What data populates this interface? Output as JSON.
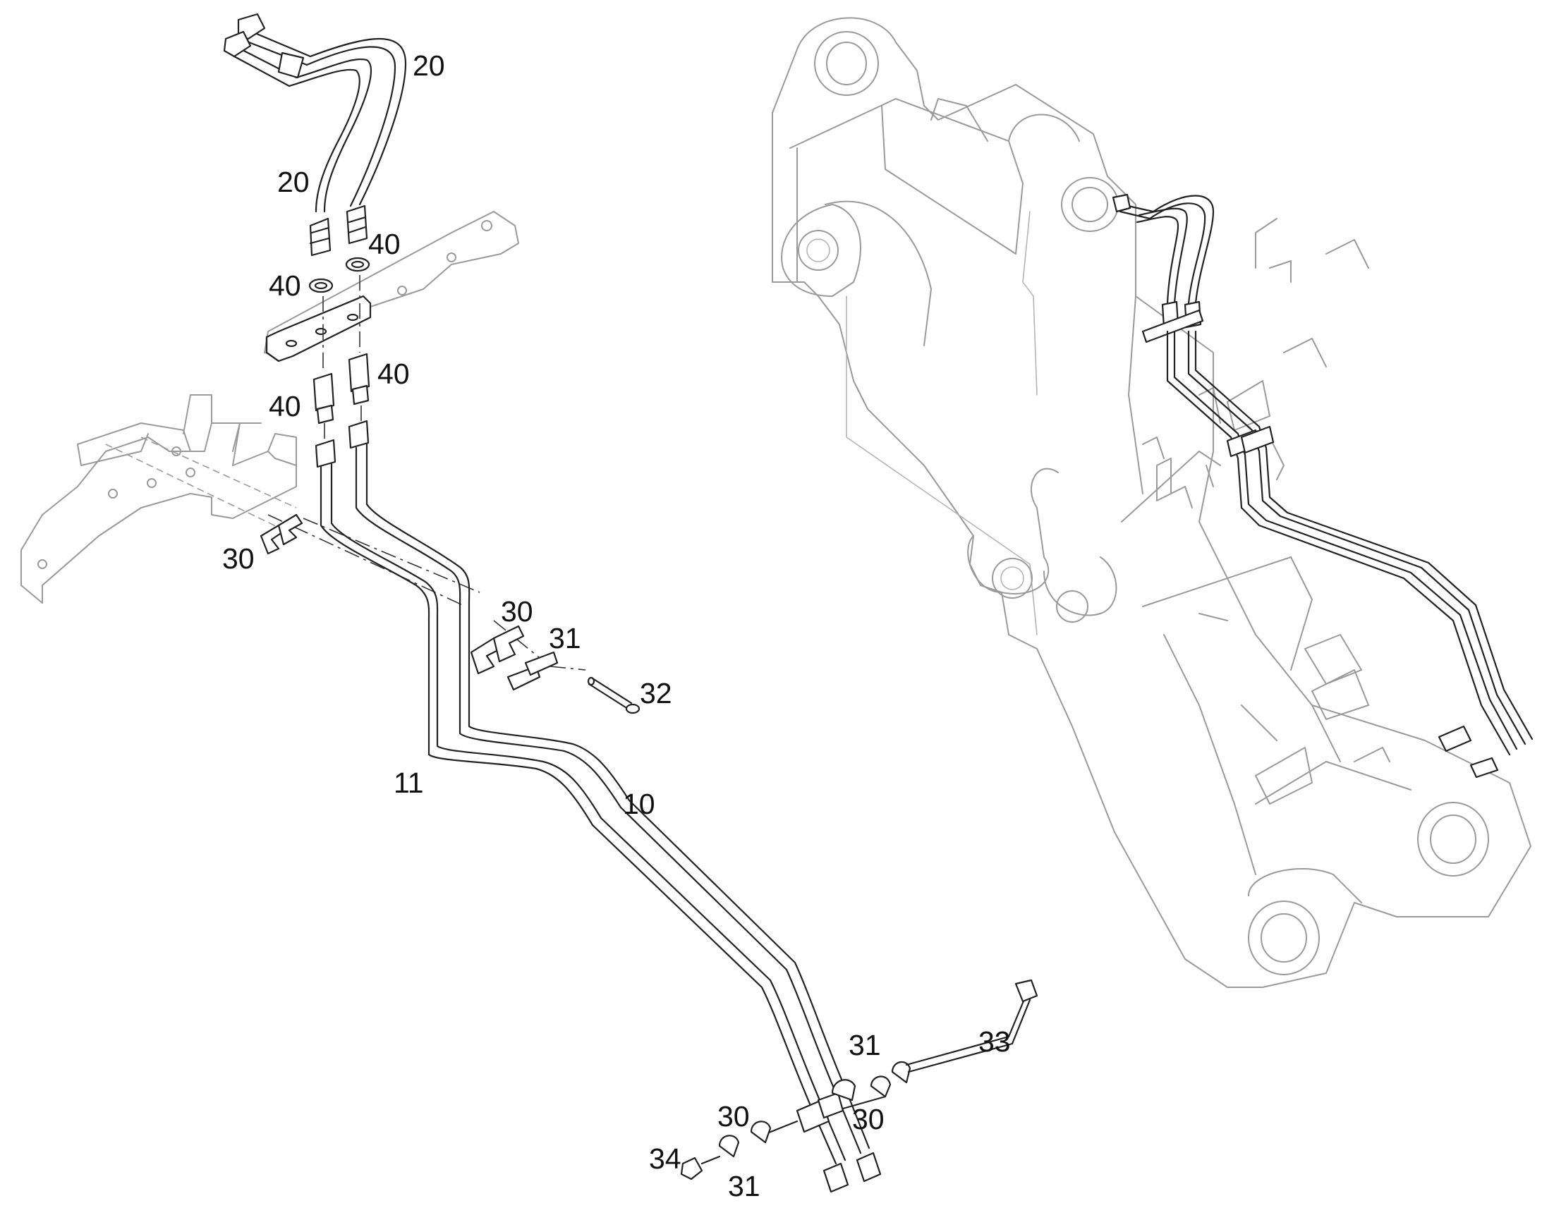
{
  "callouts": [
    {
      "id": "c20a",
      "text": "20"
    },
    {
      "id": "c20b",
      "text": "20"
    },
    {
      "id": "c40a",
      "text": "40"
    },
    {
      "id": "c40b",
      "text": "40"
    },
    {
      "id": "c40c",
      "text": "40"
    },
    {
      "id": "c40d",
      "text": "40"
    },
    {
      "id": "c30a",
      "text": "30"
    },
    {
      "id": "c30b",
      "text": "30"
    },
    {
      "id": "c31a",
      "text": "31"
    },
    {
      "id": "c32",
      "text": "32"
    },
    {
      "id": "c11",
      "text": "11"
    },
    {
      "id": "c10",
      "text": "10"
    },
    {
      "id": "c31b",
      "text": "31"
    },
    {
      "id": "c33",
      "text": "33"
    },
    {
      "id": "c30c",
      "text": "30"
    },
    {
      "id": "c30d",
      "text": "30"
    },
    {
      "id": "c34",
      "text": "34"
    },
    {
      "id": "c31c",
      "text": "31"
    }
  ]
}
